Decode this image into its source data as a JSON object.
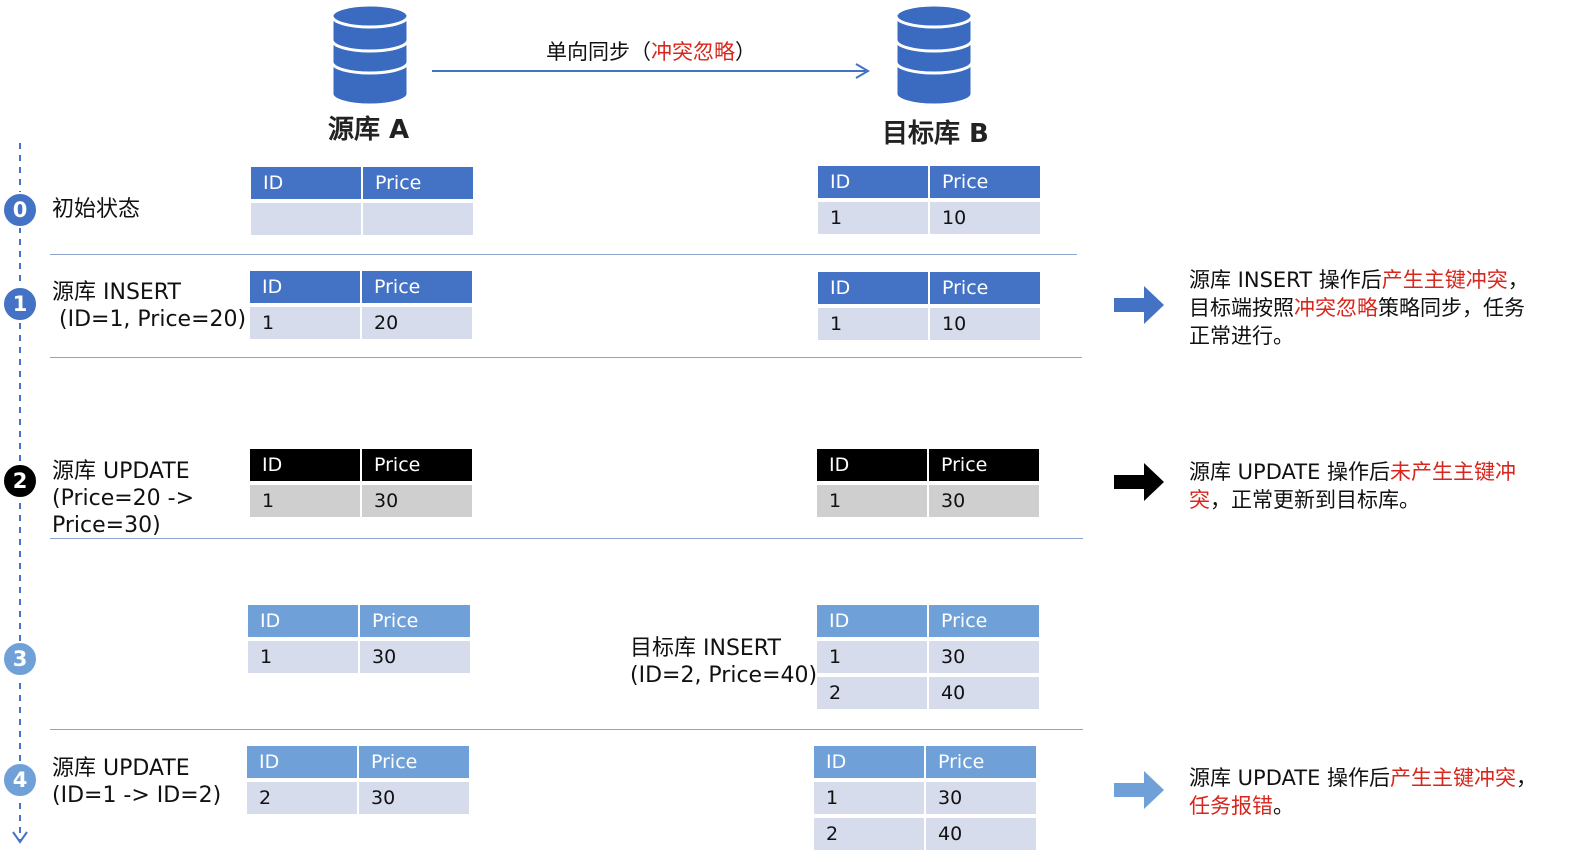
{
  "source_db": {
    "label": "源库 A"
  },
  "target_db": {
    "label": "目标库 B"
  },
  "sync": {
    "prefix": "单向同步（",
    "highlight": "冲突忽略",
    "suffix": "）"
  },
  "headers": {
    "id": "ID",
    "price": "Price"
  },
  "colors": {
    "blue": "#4472c4",
    "black": "#000000",
    "light_blue": "#6fa0d8",
    "red": "#d9261c"
  },
  "steps": [
    {
      "num": "0",
      "label": "初始状态",
      "source_rows": [
        [
          "",
          ""
        ]
      ],
      "target_rows": [
        [
          "1",
          "10"
        ]
      ]
    },
    {
      "num": "1",
      "label": "源库 INSERT\n (ID=1, Price=20)",
      "source_rows": [
        [
          "1",
          "20"
        ]
      ],
      "target_rows": [
        [
          "1",
          "10"
        ]
      ],
      "note_parts": [
        "源库 INSERT 操作后",
        "产生主键冲突",
        "，\n目标端按照",
        "冲突忽略",
        "策略同步，任务\n正常进行。"
      ]
    },
    {
      "num": "2",
      "label": "源库 UPDATE\n(Price=20 ->\nPrice=30)",
      "source_rows": [
        [
          "1",
          "30"
        ]
      ],
      "target_rows": [
        [
          "1",
          "30"
        ]
      ],
      "note_parts": [
        "源库 UPDATE 操作后",
        "未产生主键冲\n突",
        "，正常更新到目标库。"
      ]
    },
    {
      "num": "3",
      "label": "",
      "middle_label": "目标库 INSERT\n(ID=2, Price=40)",
      "source_rows": [
        [
          "1",
          "30"
        ]
      ],
      "target_rows": [
        [
          "1",
          "30"
        ],
        [
          "2",
          "40"
        ]
      ]
    },
    {
      "num": "4",
      "label": "源库 UPDATE\n(ID=1 -> ID=2)",
      "source_rows": [
        [
          "2",
          "30"
        ]
      ],
      "target_rows": [
        [
          "1",
          "30"
        ],
        [
          "2",
          "40"
        ]
      ],
      "note_parts": [
        "源库 UPDATE 操作后",
        "产生主键冲突",
        "，\n",
        "任务报错",
        "。"
      ]
    }
  ]
}
